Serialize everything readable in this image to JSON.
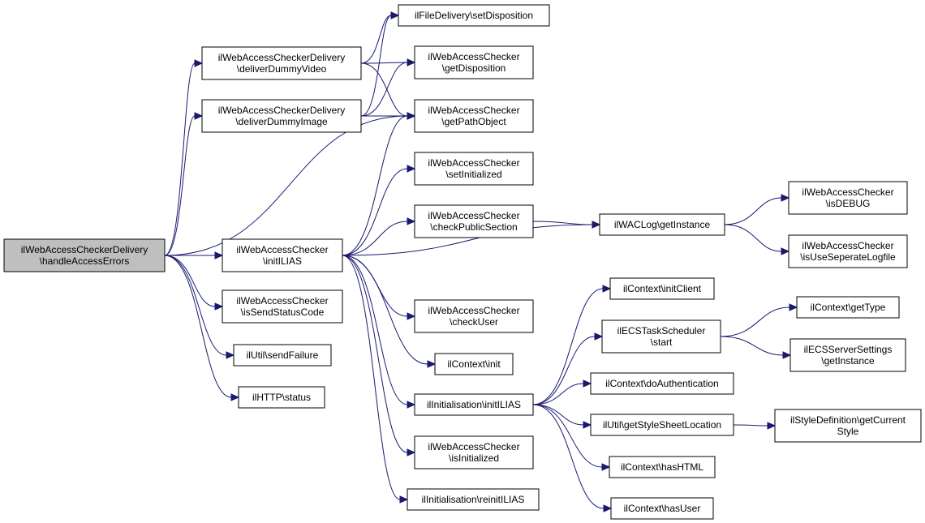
{
  "nodes": [
    {
      "id": "root",
      "lines": [
        "ilWebAccessCheckerDelivery",
        "\\handleAccessErrors"
      ]
    },
    {
      "id": "dummyVideo",
      "lines": [
        "ilWebAccessCheckerDelivery",
        "\\deliverDummyVideo"
      ]
    },
    {
      "id": "dummyImage",
      "lines": [
        "ilWebAccessCheckerDelivery",
        "\\deliverDummyImage"
      ]
    },
    {
      "id": "wacInit",
      "lines": [
        "ilWebAccessChecker",
        "\\initILIAS"
      ]
    },
    {
      "id": "sendStatus",
      "lines": [
        "ilWebAccessChecker",
        "\\isSendStatusCode"
      ]
    },
    {
      "id": "sendFailure",
      "lines": [
        "ilUtil\\sendFailure"
      ]
    },
    {
      "id": "httpStatus",
      "lines": [
        "ilHTTP\\status"
      ]
    },
    {
      "id": "setDisposition",
      "lines": [
        "ilFileDelivery\\setDisposition"
      ]
    },
    {
      "id": "getDisposition",
      "lines": [
        "ilWebAccessChecker",
        "\\getDisposition"
      ]
    },
    {
      "id": "getPathObject",
      "lines": [
        "ilWebAccessChecker",
        "\\getPathObject"
      ]
    },
    {
      "id": "setInitialized",
      "lines": [
        "ilWebAccessChecker",
        "\\setInitialized"
      ]
    },
    {
      "id": "checkPublic",
      "lines": [
        "ilWebAccessChecker",
        "\\checkPublicSection"
      ]
    },
    {
      "id": "checkUser",
      "lines": [
        "ilWebAccessChecker",
        "\\checkUser"
      ]
    },
    {
      "id": "ctxInit",
      "lines": [
        "ilContext\\init"
      ]
    },
    {
      "id": "initInit",
      "lines": [
        "ilInitialisation\\initILIAS"
      ]
    },
    {
      "id": "isInitialized",
      "lines": [
        "ilWebAccessChecker",
        "\\isInitialized"
      ]
    },
    {
      "id": "reinit",
      "lines": [
        "ilInitialisation\\reinitILIAS"
      ]
    },
    {
      "id": "wacLog",
      "lines": [
        "ilWACLog\\getInstance"
      ]
    },
    {
      "id": "isDebug",
      "lines": [
        "ilWebAccessChecker",
        "\\isDEBUG"
      ]
    },
    {
      "id": "isUseSep",
      "lines": [
        "ilWebAccessChecker",
        "\\isUseSeperateLogfile"
      ]
    },
    {
      "id": "initClient",
      "lines": [
        "ilContext\\initClient"
      ]
    },
    {
      "id": "ecsStart",
      "lines": [
        "ilECSTaskScheduler",
        "\\start"
      ]
    },
    {
      "id": "doAuth",
      "lines": [
        "ilContext\\doAuthentication"
      ]
    },
    {
      "id": "styleSheet",
      "lines": [
        "ilUtil\\getStyleSheetLocation"
      ]
    },
    {
      "id": "hasHtml",
      "lines": [
        "ilContext\\hasHTML"
      ]
    },
    {
      "id": "hasUser",
      "lines": [
        "ilContext\\hasUser"
      ]
    },
    {
      "id": "getType",
      "lines": [
        "ilContext\\getType"
      ]
    },
    {
      "id": "ecsSettings",
      "lines": [
        "ilECSServerSettings",
        "\\getInstance"
      ]
    },
    {
      "id": "styleDef",
      "lines": [
        "ilStyleDefinition\\getCurrent",
        "Style"
      ]
    }
  ],
  "edges": [
    [
      "root",
      "dummyVideo"
    ],
    [
      "root",
      "dummyImage"
    ],
    [
      "root",
      "getPathObject"
    ],
    [
      "root",
      "wacInit"
    ],
    [
      "root",
      "sendStatus"
    ],
    [
      "root",
      "sendFailure"
    ],
    [
      "root",
      "httpStatus"
    ],
    [
      "dummyVideo",
      "setDisposition"
    ],
    [
      "dummyVideo",
      "getDisposition"
    ],
    [
      "dummyVideo",
      "getPathObject"
    ],
    [
      "dummyImage",
      "setDisposition"
    ],
    [
      "dummyImage",
      "getDisposition"
    ],
    [
      "dummyImage",
      "getPathObject"
    ],
    [
      "wacInit",
      "getPathObject"
    ],
    [
      "wacInit",
      "setInitialized"
    ],
    [
      "wacInit",
      "checkPublic"
    ],
    [
      "wacInit",
      "wacLog"
    ],
    [
      "wacInit",
      "checkUser"
    ],
    [
      "wacInit",
      "ctxInit"
    ],
    [
      "wacInit",
      "initInit"
    ],
    [
      "wacInit",
      "isInitialized"
    ],
    [
      "wacInit",
      "reinit"
    ],
    [
      "checkPublic",
      "wacLog"
    ],
    [
      "wacLog",
      "isDebug"
    ],
    [
      "wacLog",
      "isUseSep"
    ],
    [
      "initInit",
      "initClient"
    ],
    [
      "initInit",
      "ecsStart"
    ],
    [
      "initInit",
      "doAuth"
    ],
    [
      "initInit",
      "styleSheet"
    ],
    [
      "initInit",
      "hasHtml"
    ],
    [
      "initInit",
      "hasUser"
    ],
    [
      "ecsStart",
      "getType"
    ],
    [
      "ecsStart",
      "ecsSettings"
    ],
    [
      "styleSheet",
      "styleDef"
    ]
  ]
}
